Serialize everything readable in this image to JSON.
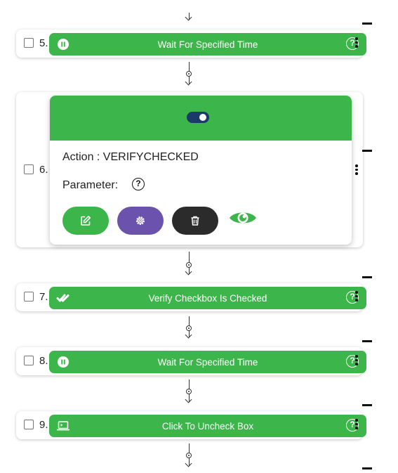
{
  "colors": {
    "step_green": "#3cb54a",
    "toggle_navy": "#1b3a6b",
    "edit_green": "#3cb54a",
    "settings_purple": "#6b52ad",
    "delete_dark": "#2b2b2b"
  },
  "steps": [
    {
      "number": "5.",
      "label": "Wait For Specified Time",
      "icon": "pause-icon"
    },
    {
      "number": "6.",
      "expanded": true,
      "action": "Action : VERIFYCHECKED",
      "parameter": "Parameter:",
      "toggle_on": true
    },
    {
      "number": "7.",
      "label": "Verify Checkbox Is Checked",
      "icon": "double-check-icon"
    },
    {
      "number": "8.",
      "label": "Wait For Specified Time",
      "icon": "pause-icon"
    },
    {
      "number": "9.",
      "label": "Click To Uncheck Box",
      "icon": "laptop-icon"
    }
  ],
  "help_glyph": "?"
}
